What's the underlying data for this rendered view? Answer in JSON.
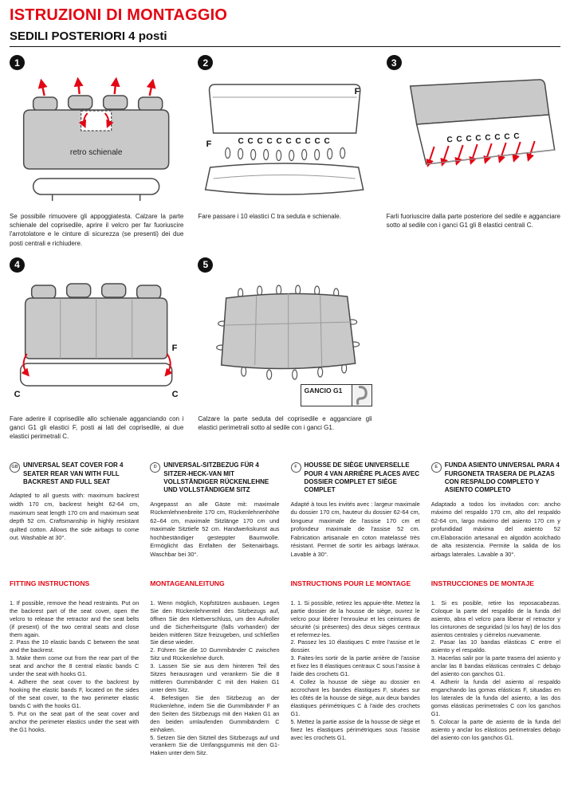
{
  "header": {
    "title": "ISTRUZIONI DI MONTAGGIO",
    "subtitle": "SEDILI POSTERIORI 4 posti"
  },
  "colors": {
    "accent": "#e30613",
    "illustration_fill": "#c9c9c9"
  },
  "steps": [
    {
      "number": "1",
      "illustration_label": "retro schienale",
      "caption": "Se possibile rimuovere gli appoggiatesta. Calzare la parte schienale del coprisedile, aprire il velcro per far fuoriuscire l'arrotolatore e le cinture di sicurezza (se presenti) dei due posti centrali e richiudere."
    },
    {
      "number": "2",
      "labels": {
        "f_right": "F",
        "f_left": "F",
        "elastics": "C C C C C C C C C C"
      },
      "caption": "Fare passare i 10 elastici C tra seduta e schienale."
    },
    {
      "number": "3",
      "labels": {
        "elastics": "C C C C C C C C"
      },
      "caption": "Farli fuoriuscire dalla parte posteriore del sedile e agganciare sotto al sedile con i ganci G1 gli 8 elastici centrali C."
    },
    {
      "number": "4",
      "labels": {
        "f": "F",
        "c_left": "C",
        "c_right": "C"
      },
      "caption": "Fare aderire il coprisedile allo schienale agganciando con i ganci G1 gli elastici F, posti ai lati del coprisedile, ai due elastici perimetrali C."
    },
    {
      "number": "5",
      "hook_label": "GANCIO G1",
      "caption": "Calzare la parte seduta del coprisedile e agganciare gli elastici perimetrali sotto al sedile con i ganci G1."
    }
  ],
  "descriptions": [
    {
      "lang_badge": "GB",
      "heading": "UNIVERSAL SEAT COVER FOR 4 SEATER REAR VAN WITH FULL BACKREST AND FULL SEAT",
      "body": "Adapted to all guests with: maximum backrest width 170 cm, backrest height 62-64 cm, maximum seat length 170 cm and maximum seat depth 52 cm. Craftsmanship in highly resistant quilted cotton. Allows the side airbags to come out. Washable at 30°."
    },
    {
      "lang_badge": "D",
      "heading": "UNIVERSAL-SITZBEZUG FÜR 4 SITZER-HECK-VAN MIT VOLLSTÄNDIGER RÜCKENLEHNE UND VOLLSTÄNDIGEM SITZ",
      "body": "Angepasst an alle Gäste mit: maximale Rückenlehnenbreite 170 cm, Rückenlehnenhöhe 62–64 cm, maximale Sitzlänge 170 cm und maximale Sitztiefe 52 cm. Handwerkskunst aus hochbeständiger gesteppter Baumwolle. Ermöglicht das Entfalten der Seitenairbags. Waschbar bei 30°."
    },
    {
      "lang_badge": "F",
      "heading": "HOUSSE DE SIÈGE UNIVERSELLE POUR 4 VAN ARRIÈRE PLACES AVEC DOSSIER COMPLET ET SIÈGE COMPLET",
      "body": "Adapté à tous les invités avec : largeur maximale du dossier 170 cm, hauteur du dossier 62-64 cm, longueur maximale de l'assise 170 cm et profondeur maximale de l'assise 52 cm. Fabrication artisanale en coton matelassé très résistant. Permet de sortir les airbags latéraux. Lavable à 30°."
    },
    {
      "lang_badge": "E",
      "heading": "FUNDA ASIENTO UNIVERSAL PARA 4 FURGONETA TRASERA DE PLAZAS CON RESPALDO COMPLETO Y ASIENTO COMPLETO",
      "body": "Adaptado a todos los invitados con: ancho máximo del respaldo 170 cm, alto del respaldo 62-64 cm, largo máximo del asiento 170 cm y profundidad máxima del asiento 52 cm.Elaboración artesanal en algodón acolchado de alta resistencia. Permite la salida de los airbags laterales. Lavable a 30°."
    }
  ],
  "instructions": [
    {
      "heading": "FITTING INSTRUCTIONS",
      "body": "1. If possible, remove the head restraints. Put on the backrest part of the seat cover, open the velcro to release the retractor and the seat belts (if present) of the two central seats and close them again.\n2. Pass the 10 elastic bands C between the seat and the backrest.\n3. Make them come out from the rear part of the seat and anchor the 8 central elastic bands C under the seat with hooks G1.\n4. Adhere the seat cover to the backrest by hooking the elastic bands F, located on the sides of the seat cover, to the two perimeter elastic bands C with the hooks G1.\n5. Put on the seat part of the seat cover and anchor the perimeter elastics under the seat with the G1 hooks."
    },
    {
      "heading": "MONTAGEANLEITUNG",
      "body": "1. Wenn möglich, Kopfstützen ausbauen. Legen Sie den Rückenlehnenteil des Sitzbezugs auf, öffnen Sie den Klettverschluss, um den Aufroller und die Sicherheitsgurte (falls vorhanden) der beiden mittleren Sitze freizugeben, und schließen Sie diese wieder.\n2. Führen Sie die 10 Gummibänder C zwischen Sitz und Rückenlehne durch.\n3. Lassen Sie sie aus dem hinteren Teil des Sitzes herausragen und verankern Sie die 8 mittleren Gummibänder C mit den Haken G1 unter dem Sitz.\n4. Befestigen Sie den Sitzbezug an der Rückenlehne, indem Sie die Gummibänder F an den Seiten des Sitzbezugs mit den Haken G1 an den beiden umlaufenden Gummibändern C einhaken.\n5. Setzen Sie den Sitzteil des Sitzbezugs auf und verankern Sie die Umfangsgummis mit den G1-Haken unter dem Sitz."
    },
    {
      "heading": "INSTRUCTIONS POUR LE MONTAGE",
      "body": "1. 1. Si possible, retirez les appuie-tête. Mettez la partie dossier de la housse de siège, ouvrez le velcro pour libérer l'enrouleur et les ceintures de sécurité (si présentes) des deux sièges centraux et refermez-les.\n2. Passez les 10 élastiques C entre l'assise et le dossier.\n3. Faites-les sortir de la partie arrière de l'assise et fixez les 8 élastiques centraux C sous l'assise à l'aide des crochets G1.\n4. Collez la housse de siège au dossier en accrochant les bandes élastiques F, situées sur les côtés de la housse de siège, aux deux bandes élastiques périmétriques C à l'aide des crochets G1.\n5. Mettez la partie assise de la housse de siège et fixez les élastiques périmétriques sous l'assise avec les crochets G1."
    },
    {
      "heading": "INSTRUCCIONES DE MONTAJE",
      "body": "1. Si es posible, retire los reposacabezas. Coloque la parte del respaldo de la funda del asiento, abra el velcro para liberar el retractor y los cinturones de seguridad (si los hay) de los dos asientos centrales y ciérrelos nuevamente.\n2. Pasar las 10 bandas elásticas C entre el asiento y el respaldo.\n3. Hacerlas salir por la parte trasera del asiento y anclar las 8 bandas elásticas centrales C debajo del asiento con ganchos G1.\n4. Adherir la funda del asiento al respaldo enganchando las gomas elásticas F, situadas en los laterales de la funda del asiento, a las dos gomas elásticas perimetrales C con los ganchos G1.\n5. Colocar la parte de asiento de la funda del asiento y anclar los elásticos perimetrales debajo del asiento con los ganchos G1."
    }
  ]
}
